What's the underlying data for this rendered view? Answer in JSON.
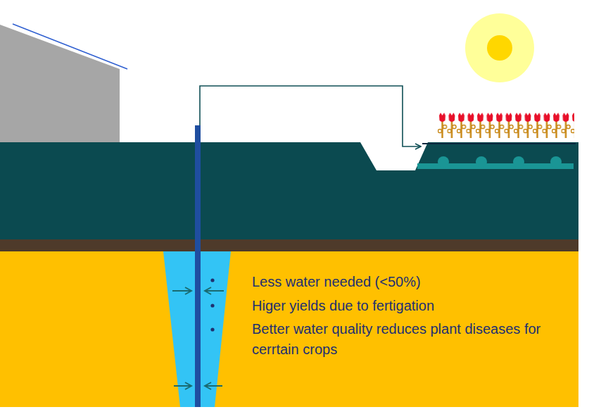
{
  "diagram": {
    "labels": [
      "Less water needed (<50%)",
      "Higer yields due to fertigation",
      "Better water quality reduces plant diseases for cerrtain crops"
    ]
  }
}
